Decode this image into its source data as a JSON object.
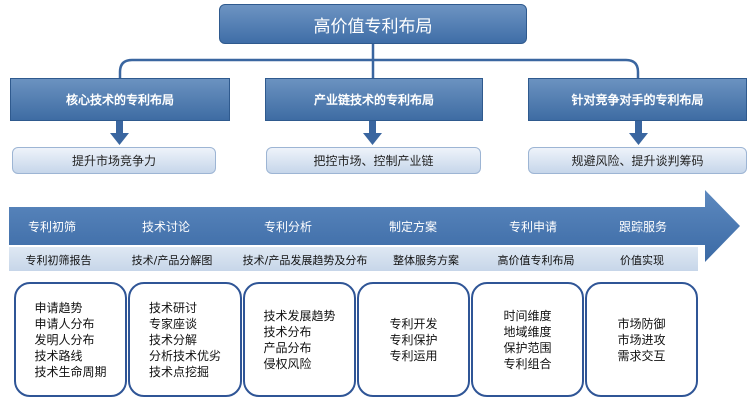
{
  "title": "高价值专利布局",
  "categories": [
    {
      "label": "核心技术的专利布局",
      "goal": "提升市场竞争力"
    },
    {
      "label": "产业链技术的专利布局",
      "goal": "把控市场、控制产业链"
    },
    {
      "label": "针对竞争对手的专利布局",
      "goal": "规避风险、提升谈判筹码"
    }
  ],
  "stages": [
    {
      "label": "专利初筛",
      "deliverable": "专利初筛报告",
      "details": [
        "申请趋势",
        "申请人分布",
        "发明人分布",
        "技术路线",
        "技术生命周期"
      ]
    },
    {
      "label": "技术讨论",
      "deliverable": "技术/产品分解图",
      "details": [
        "技术研讨",
        "专家座谈",
        "技术分解",
        "分析技术优劣",
        "技术点挖掘"
      ]
    },
    {
      "label": "专利分析",
      "deliverable": "技术/产品发展趋势及分布",
      "details": [
        "技术发展趋势",
        "技术分布",
        "产品分布",
        "侵权风险"
      ]
    },
    {
      "label": "制定方案",
      "deliverable": "整体服务方案",
      "details": [
        "专利开发",
        "专利保护",
        "专利运用"
      ]
    },
    {
      "label": "专利申请",
      "deliverable": "高价值专利布局",
      "details": [
        "时间维度",
        "地域维度",
        "保护范围",
        "专利组合"
      ]
    },
    {
      "label": "跟踪服务",
      "deliverable": "价值实现",
      "details": [
        "市场防御",
        "市场进攻",
        "需求交互"
      ]
    }
  ]
}
